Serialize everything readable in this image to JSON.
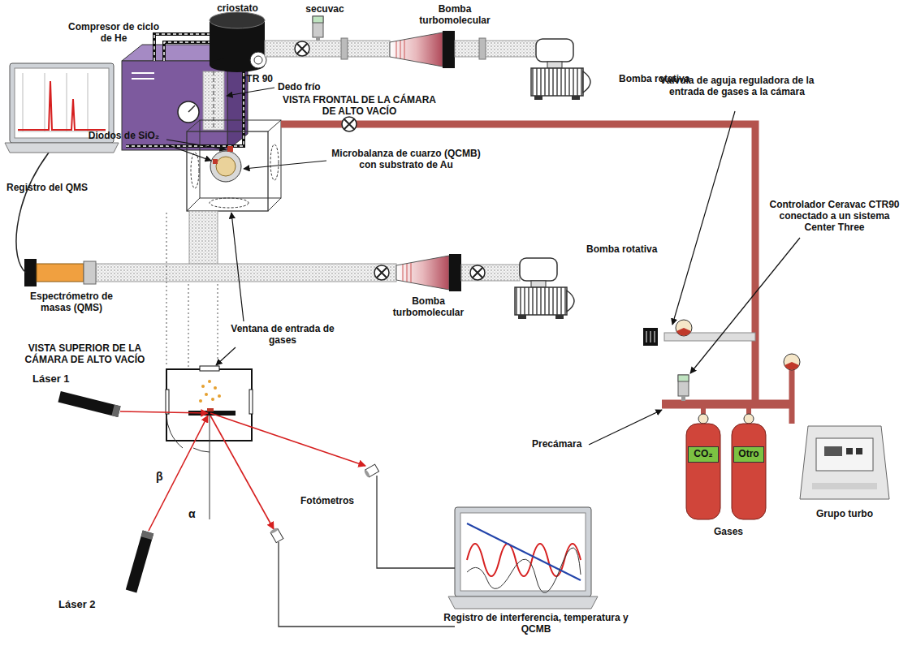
{
  "diagram": {
    "nodes": [
      {
        "text": [
          "CO₂"
        ]
      },
      {
        "text": [
          "Otro"
        ]
      }
    ],
    "labels": [
      "secuvac",
      "Bomba turbomolecular",
      "Compresor de ciclo de He",
      "criostato",
      "ITR 90",
      "Bomba rotativa",
      "Dedo frío",
      "VISTA FRONTAL DE LA CÁMARA DE ALTO VACÍO",
      "Diodos de SiO₂",
      "Microbalanza de cuarzo (QCMB) con substrato de Au",
      "Registro del QMS",
      "Espectrómetro de masas (QMS)",
      "Bomba turbomolecular",
      "Bomba rotativa",
      "Ventana de entrada de gases",
      "VISTA SUPERIOR DE LA CÁMARA DE ALTO VACÍO",
      "Láser 1",
      "β",
      "α",
      "Láser 2",
      "Fotómetros",
      "Registro de interferencia, temperatura y QCMB",
      "Válvula de aguja reguladora de la entrada de gases a la cámara",
      "Controlador Ceravac CTR90 conectado a un sistema Center Three",
      "Precámara",
      "Gases",
      "Grupo turbo"
    ]
  }
}
